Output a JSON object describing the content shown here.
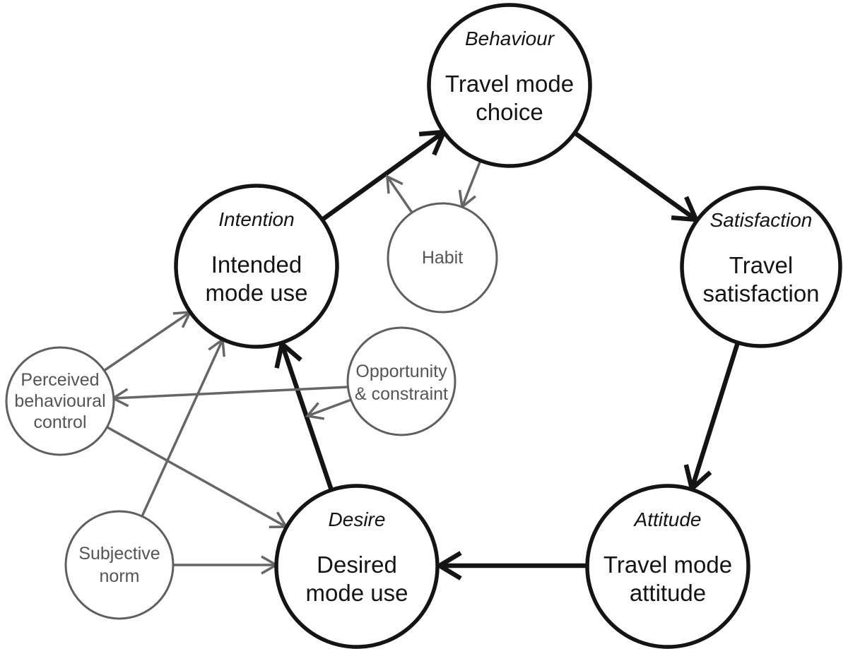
{
  "colors": {
    "primary_stroke": "#141414",
    "secondary_stroke": "#5f5f5f",
    "primary_text": "#141414",
    "secondary_text": "#555555",
    "background": "#ffffff"
  },
  "nodes": {
    "behaviour": {
      "category": "Behaviour",
      "line1": "Travel mode",
      "line2": "choice"
    },
    "satisfaction": {
      "category": "Satisfaction",
      "line1": "Travel",
      "line2": "satisfaction"
    },
    "attitude": {
      "category": "Attitude",
      "line1": "Travel mode",
      "line2": "attitude"
    },
    "desire": {
      "category": "Desire",
      "line1": "Desired",
      "line2": "mode use"
    },
    "intention": {
      "category": "Intention",
      "line1": "Intended",
      "line2": "mode use"
    },
    "habit": {
      "line1": "Habit"
    },
    "opportunity": {
      "line1": "Opportunity",
      "line2": "& constraint"
    },
    "pbc": {
      "line1": "Perceived",
      "line2": "behavioural",
      "line3": "control"
    },
    "subjective_norm": {
      "line1": "Subjective",
      "line2": "norm"
    }
  },
  "edges": [
    {
      "from": "intention",
      "to": "behaviour",
      "style": "black"
    },
    {
      "from": "behaviour",
      "to": "satisfaction",
      "style": "black"
    },
    {
      "from": "satisfaction",
      "to": "attitude",
      "style": "black"
    },
    {
      "from": "attitude",
      "to": "desire",
      "style": "black"
    },
    {
      "from": "desire",
      "to": "intention",
      "style": "black"
    },
    {
      "from": "habit",
      "to": "intention-behaviour-link",
      "style": "gray"
    },
    {
      "from": "behaviour",
      "to": "habit",
      "style": "gray"
    },
    {
      "from": "pbc",
      "to": "intention",
      "style": "gray"
    },
    {
      "from": "subjective_norm",
      "to": "intention",
      "style": "gray"
    },
    {
      "from": "opportunity",
      "to": "pbc",
      "style": "gray"
    },
    {
      "from": "opportunity",
      "to": "desire-intention-link",
      "style": "gray"
    },
    {
      "from": "pbc",
      "to": "desire",
      "style": "gray"
    },
    {
      "from": "subjective_norm",
      "to": "desire",
      "style": "gray"
    }
  ]
}
